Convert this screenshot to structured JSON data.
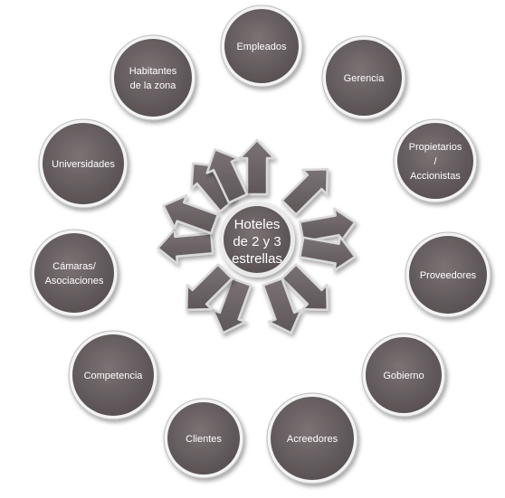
{
  "center": {
    "lines": [
      "Hoteles",
      "de 2 y 3",
      "estrellas"
    ]
  },
  "stakeholders": [
    {
      "id": "empleados",
      "lines": [
        "Empleados"
      ]
    },
    {
      "id": "gerencia",
      "lines": [
        "Gerencia"
      ]
    },
    {
      "id": "propietarios",
      "lines": [
        "Propietarios",
        "/",
        "Accionistas"
      ]
    },
    {
      "id": "proveedores",
      "lines": [
        "Proveedores"
      ]
    },
    {
      "id": "gobierno",
      "lines": [
        "Gobierno"
      ]
    },
    {
      "id": "acreedores",
      "lines": [
        "Acreedores"
      ]
    },
    {
      "id": "clientes",
      "lines": [
        "Clientes"
      ]
    },
    {
      "id": "competencia",
      "lines": [
        "Competencia"
      ]
    },
    {
      "id": "camaras",
      "lines": [
        "Cámaras/",
        "Asociaciones"
      ]
    },
    {
      "id": "universidades",
      "lines": [
        "Universidades"
      ]
    },
    {
      "id": "habitantes",
      "lines": [
        "Habitantes",
        "de la zona"
      ]
    }
  ],
  "colors": {
    "node_fill": "#6d6466",
    "node_fill_dark": "#4f4849",
    "node_ring": "#f3f3f3",
    "arrow_fill": "#6f6769",
    "arrow_stroke": "#d9d9d9",
    "text": "#ffffff"
  }
}
